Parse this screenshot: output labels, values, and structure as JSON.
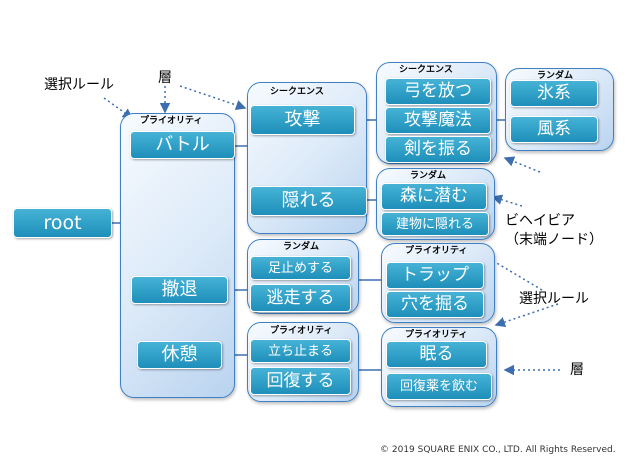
{
  "root_label": "root",
  "layers": {
    "main_rule": "プライオリティ",
    "battle_rule": "シークエンス",
    "attack_rule": "シークエンス",
    "attack_magic_rule": "ランダム",
    "hide_rule": "ランダム",
    "retreat_rule": "ランダム",
    "trap_rule": "プライオリティ",
    "rest_rule": "プライオリティ",
    "sleep_rule": "プライオリティ"
  },
  "nodes": {
    "battle": "バトル",
    "retreat": "撤退",
    "rest": "休憩",
    "attack": "攻撃",
    "hide": "隠れる",
    "shoot_bow": "弓を放つ",
    "attack_magic": "攻撃魔法",
    "swing_sword": "剣を振る",
    "ice": "氷系",
    "wind": "風系",
    "lurk_forest": "森に潜む",
    "hide_building": "建物に隠れる",
    "footstop": "足止めする",
    "flee": "逃走する",
    "trap": "トラップ",
    "dig_hole": "穴を掘る",
    "stand_still": "立ち止まる",
    "recover": "回復する",
    "sleep": "眠る",
    "drink_potion": "回復薬を飲む"
  },
  "annotations": {
    "selection_rule_top": "選択ルール",
    "layer_top": "層",
    "behavior_line1": "ビヘイビア",
    "behavior_line2": "（末端ノード）",
    "selection_rule_right": "選択ルール",
    "layer_right": "層"
  },
  "copyright": "© 2019 SQUARE ENIX CO., LTD. All Rights Reserved.",
  "colors": {
    "node_fill": "#1e8fba",
    "layer_border": "#3f7fc4",
    "connector": "#3d6fb0"
  }
}
